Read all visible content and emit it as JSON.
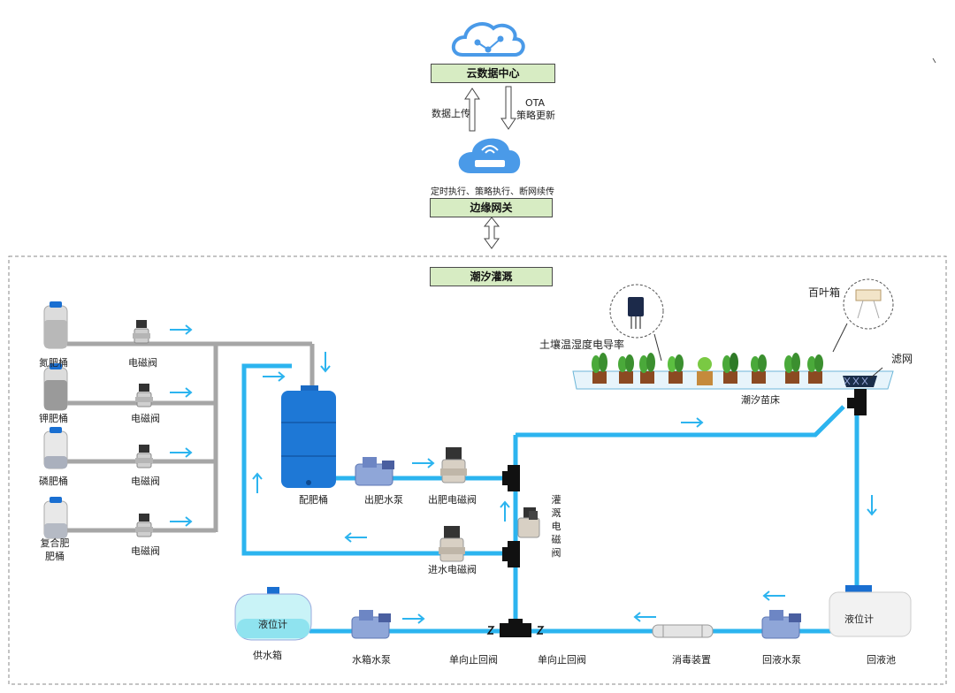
{
  "top": {
    "cloud_label": "云数据中心",
    "upload_label": "数据上传",
    "ota_label": "OTA",
    "policy_label": "策略更新",
    "gateway_caption": "定时执行、策略执行、断网续传",
    "gateway_label": "边缘网关"
  },
  "system": {
    "title": "潮汐灌溉"
  },
  "tanks": [
    {
      "name": "氮肥桶",
      "valve": "电磁阀"
    },
    {
      "name": "钾肥桶",
      "valve": "电磁阀"
    },
    {
      "name": "磷肥桶",
      "valve": "电磁阀"
    },
    {
      "name": "复合肥肥桶",
      "name_line1": "复合肥",
      "name_line2": "肥桶",
      "valve": "电磁阀"
    }
  ],
  "labels": {
    "mix_tank": "配肥桶",
    "out_pump": "出肥水泵",
    "out_valve": "出肥电磁阀",
    "irrigation_valve": "灌溉电磁阀",
    "irrigation_valve_chars": [
      "灌",
      "溉",
      "电",
      "磁",
      "阀"
    ],
    "in_valve": "进水电磁阀",
    "supply_tank": "供水箱",
    "level_meter_left": "液位计",
    "tank_pump": "水箱水泵",
    "check_valve_1": "单向止回阀",
    "check_valve_2": "单向止回阀",
    "disinfection": "消毒装置",
    "return_pump": "回液水泵",
    "return_pool": "回液池",
    "level_meter_right": "液位计",
    "soil_sensor": "土壤温湿度电导率",
    "shutter_box": "百叶箱",
    "filter": "滤网",
    "seedbed": "潮汐苗床"
  },
  "colors": {
    "pipe_blue": "#2cb4ef",
    "pipe_gray": "#a6a6a6",
    "box_green": "#d7ecc3",
    "tank_blue": "#1e78d6",
    "cloud_blue": "#4a9ae8"
  }
}
